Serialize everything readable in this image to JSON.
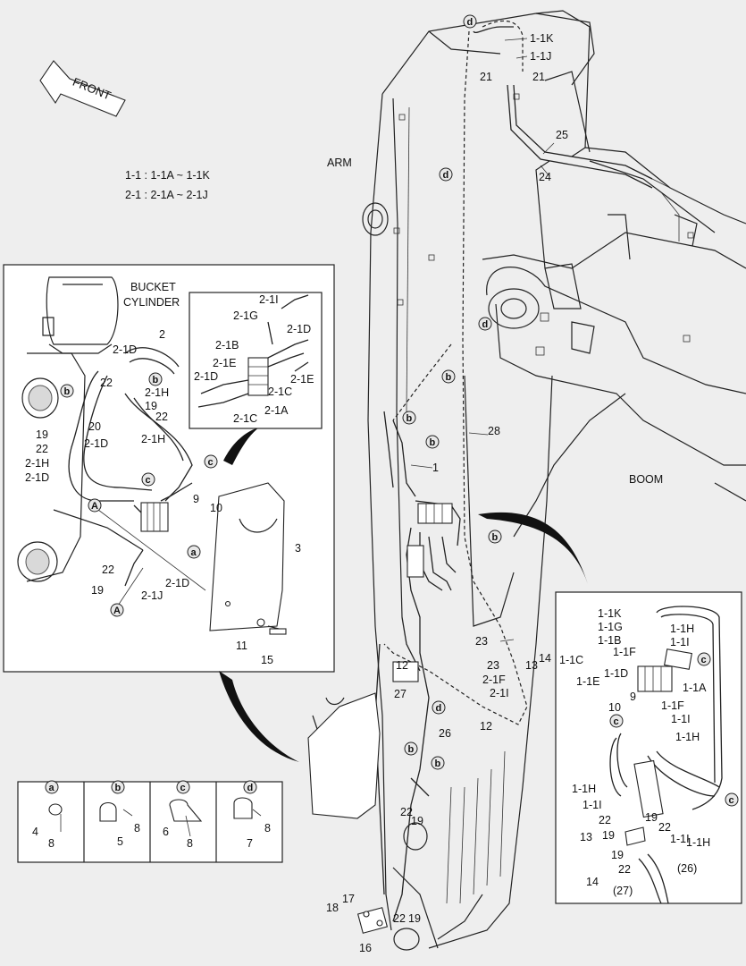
{
  "directions": {
    "front": "FRONT"
  },
  "legend": {
    "line1": "1-1 : 1-1A ~ 1-1K",
    "line2": "2-1 : 2-1A ~ 2-1J"
  },
  "components": {
    "arm": "ARM",
    "boom": "BOOM",
    "bucket_cylinder": [
      "BUCKET",
      "CYLINDER"
    ]
  },
  "clamp_types": [
    {
      "letter": "a",
      "parts": [
        "4",
        "8"
      ]
    },
    {
      "letter": "b",
      "parts": [
        "5",
        "8"
      ]
    },
    {
      "letter": "c",
      "parts": [
        "6",
        "8"
      ]
    },
    {
      "letter": "d",
      "parts": [
        "7",
        "8"
      ]
    }
  ],
  "main_labels": [
    "1-1K",
    "1-1J",
    "21",
    "21",
    "25",
    "24",
    "28",
    "1",
    "23",
    "13",
    "14",
    "23",
    "2-1F",
    "2-1I",
    "12",
    "12",
    "27",
    "26",
    "22",
    "19",
    "17",
    "18",
    "22",
    "19",
    "16"
  ],
  "bucket_inset_labels": [
    "2-1I",
    "2-1G",
    "2-1D",
    "2-1B",
    "2-1E",
    "2-1D",
    "2-1E",
    "2-1C",
    "2-1A",
    "2-1C",
    "2-1D",
    "2",
    "22",
    "2-1H",
    "19",
    "22",
    "20",
    "2-1H",
    "2-1D",
    "19",
    "22",
    "2-1H",
    "2-1D",
    "9",
    "10",
    "3",
    "22",
    "2-1D",
    "19",
    "2-1J",
    "11",
    "15"
  ],
  "boom_inset_labels": [
    "1-1K",
    "1-1G",
    "1-1B",
    "1-1H",
    "1-1I",
    "1-1F",
    "1-1C",
    "1-1D",
    "1-1E",
    "1-1A",
    "9",
    "10",
    "1-1F",
    "1-1I",
    "1-1H",
    "1-1H",
    "1-1I",
    "22",
    "19",
    "19",
    "22",
    "13",
    "14",
    "19",
    "22",
    "1-1I",
    "1-1H",
    "(26)",
    "(27)"
  ]
}
